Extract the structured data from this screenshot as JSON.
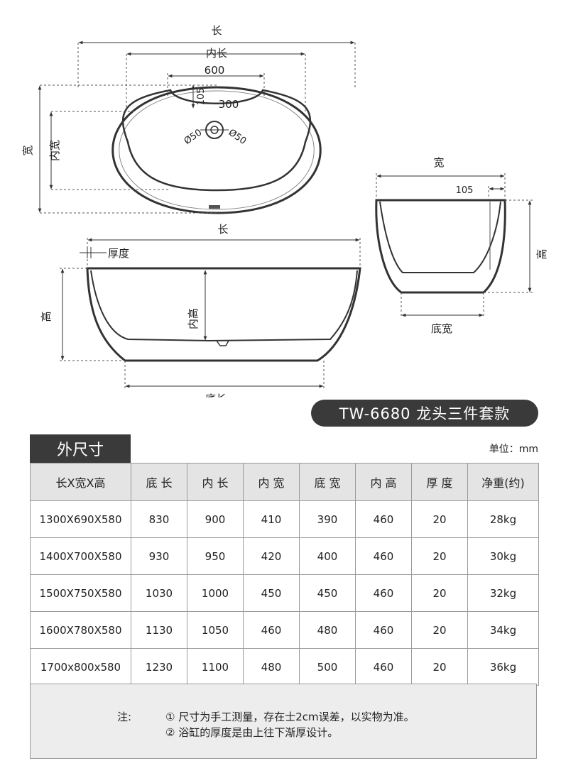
{
  "top_view": {
    "length_label": "长",
    "inner_length_label": "内长",
    "dim_600": "600",
    "dim_105": "105",
    "dim_300": "300",
    "drain_left": "Ø50",
    "drain_right": "Ø50",
    "width_label": "宽",
    "inner_width_label": "内宽"
  },
  "side_view": {
    "length_label": "长",
    "thickness_label": "厚度",
    "height_label": "高",
    "inner_height_label": "内高",
    "base_length_label": "底长"
  },
  "end_view": {
    "width_label": "宽",
    "dim_105": "105",
    "height_label": "高",
    "base_width_label": "底宽"
  },
  "model_badge": "TW-6680  龙头三件套款",
  "section_title": "外尺寸",
  "unit": "单位：mm",
  "table": {
    "headers": [
      "长X宽X高",
      "底 长",
      "内 长",
      "内 宽",
      "底 宽",
      "内 高",
      "厚 度",
      "净重(约)"
    ],
    "rows": [
      [
        "1300X690X580",
        "830",
        "900",
        "410",
        "390",
        "460",
        "20",
        "28kg"
      ],
      [
        "1400X700X580",
        "930",
        "950",
        "420",
        "400",
        "460",
        "20",
        "30kg"
      ],
      [
        "1500X750X580",
        "1030",
        "1000",
        "450",
        "450",
        "460",
        "20",
        "32kg"
      ],
      [
        "1600X780X580",
        "1130",
        "1050",
        "460",
        "480",
        "460",
        "20",
        "34kg"
      ],
      [
        "1700x800x580",
        "1230",
        "1100",
        "480",
        "500",
        "460",
        "20",
        "36kg"
      ]
    ]
  },
  "notes": {
    "label": "注:",
    "line1": "① 尺寸为手工测量，存在士2cm误差，以实物为准。",
    "line2": "② 浴缸的厚度是由上往下渐厚设计。"
  }
}
